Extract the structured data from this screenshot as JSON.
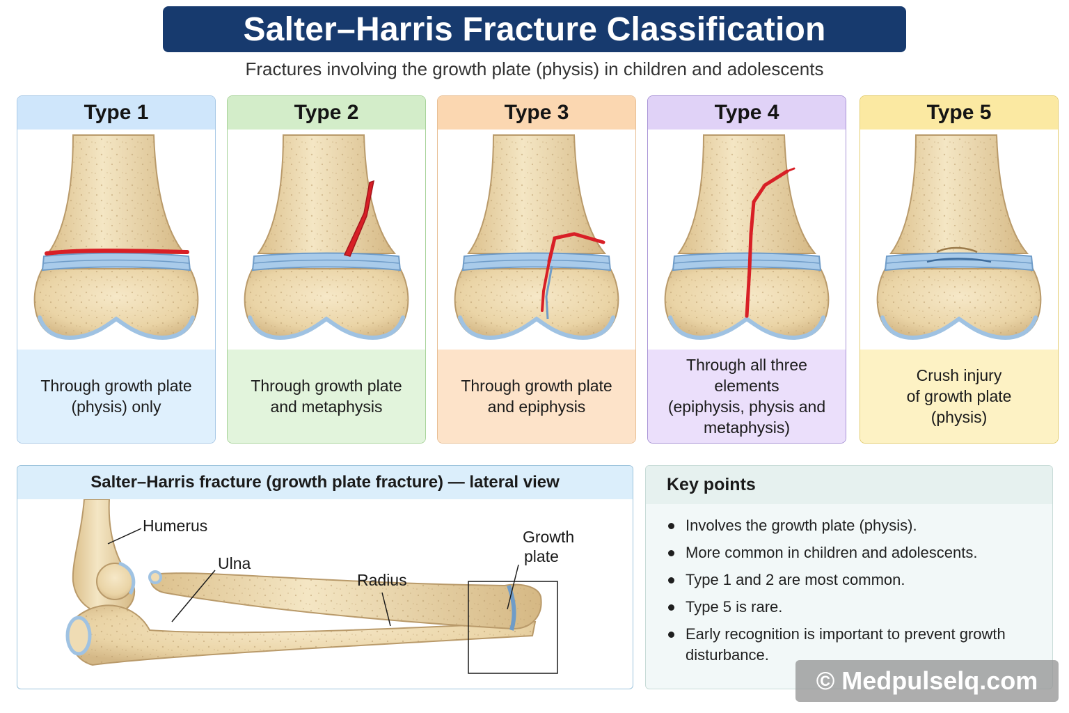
{
  "title": "Salter–Harris Fracture Classification",
  "subtitle": "Fractures involving the growth plate (physis) in children and adolescents",
  "types": [
    {
      "label": "Type 1",
      "description": "Through growth plate\n(physis) only",
      "header_color": "#cfe6fb",
      "body_color": "#dff0fd",
      "border_color": "#a9c9e6"
    },
    {
      "label": "Type 2",
      "description": "Through growth plate\nand metaphysis",
      "header_color": "#d3edc9",
      "body_color": "#e2f4dc",
      "border_color": "#a8d39a"
    },
    {
      "label": "Type 3",
      "description": "Through growth plate\nand epiphysis",
      "header_color": "#fbd7b1",
      "body_color": "#fde3c9",
      "border_color": "#e8bf95"
    },
    {
      "label": "Type 4",
      "description": "Through all three\nelements\n(epiphysis, physis and\nmetaphysis)",
      "header_color": "#e0d2f7",
      "body_color": "#ebdffb",
      "border_color": "#a893d6"
    },
    {
      "label": "Type 5",
      "description": "Crush injury\nof growth plate\n(physis)",
      "header_color": "#fbe9a2",
      "body_color": "#fdf2c4",
      "border_color": "#e3cc6d"
    }
  ],
  "lateral": {
    "title": "Salter–Harris fracture (growth plate fracture) — lateral view",
    "labels": {
      "humerus": "Humerus",
      "ulna": "Ulna",
      "radius": "Radius",
      "growth_plate_1": "Growth",
      "growth_plate_2": "plate"
    }
  },
  "key_points": {
    "title": "Key points",
    "items": [
      "Involves the growth plate (physis).",
      "More common in children and adolescents.",
      "Type 1 and 2 are most common.",
      "Type 5 is rare.",
      "Early recognition is important to prevent growth disturbance."
    ]
  },
  "watermark": "© Medpulselq.com",
  "colors": {
    "title_bg": "#173a6e",
    "bone": "#efdcb4",
    "bone_edge": "#b99a6a",
    "physis": "#8fb9e0",
    "fracture": "#d81f26"
  }
}
